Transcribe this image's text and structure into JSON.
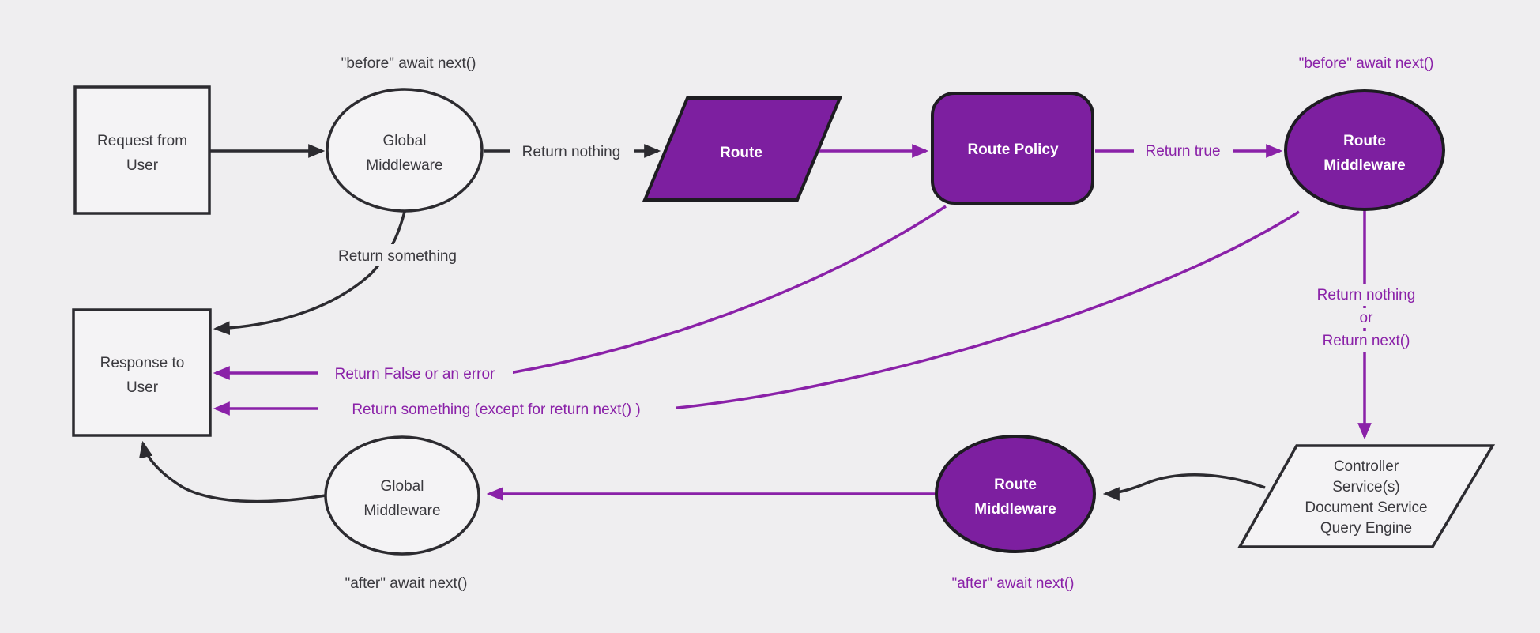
{
  "diagram": {
    "description": "Request lifecycle middleware flowchart",
    "colors": {
      "canvas_bg": "#efeef0",
      "light_fill": "#f4f3f5",
      "dark_stroke": "#2c2b30",
      "dark_text": "#3a393e",
      "purple_fill": "#7d1fa0",
      "purple_stroke": "#8a21a8",
      "purple_text": "#8a21a8",
      "white_text": "#ffffff"
    }
  },
  "nodes": {
    "request_from_user": {
      "type": "rectangle",
      "lines": [
        "Request from",
        "User"
      ]
    },
    "global_middleware_top": {
      "type": "ellipse",
      "lines": [
        "Global",
        "Middleware"
      ]
    },
    "route": {
      "type": "parallelogram",
      "lines": [
        "Route"
      ]
    },
    "route_policy": {
      "type": "rounded-rectangle",
      "lines": [
        "Route Policy"
      ]
    },
    "route_middleware_top": {
      "type": "ellipse",
      "lines": [
        "Route",
        "Middleware"
      ]
    },
    "controller_stack": {
      "type": "parallelogram",
      "lines": [
        "Controller",
        "Service(s)",
        "Document Service",
        "Query Engine"
      ]
    },
    "route_middleware_bottom": {
      "type": "ellipse",
      "lines": [
        "Route",
        "Middleware"
      ]
    },
    "global_middleware_bottom": {
      "type": "ellipse",
      "lines": [
        "Global",
        "Middleware"
      ]
    },
    "response_to_user": {
      "type": "rectangle",
      "lines": [
        "Response to",
        "User"
      ]
    }
  },
  "edge_labels": {
    "before_await_next_global": "\"before\" await next()",
    "before_await_next_route": "\"before\" await next()",
    "return_nothing_to_route": "Return nothing",
    "return_true": "Return true",
    "return_nothing_or_next": [
      "Return nothing",
      "or",
      "Return next()"
    ],
    "return_something": "Return something",
    "return_false_or_error": "Return False or an error",
    "return_something_except": "Return something (except for return next() )",
    "after_await_next_route": "\"after\" await next()",
    "after_await_next_global": "\"after\" await next()"
  }
}
